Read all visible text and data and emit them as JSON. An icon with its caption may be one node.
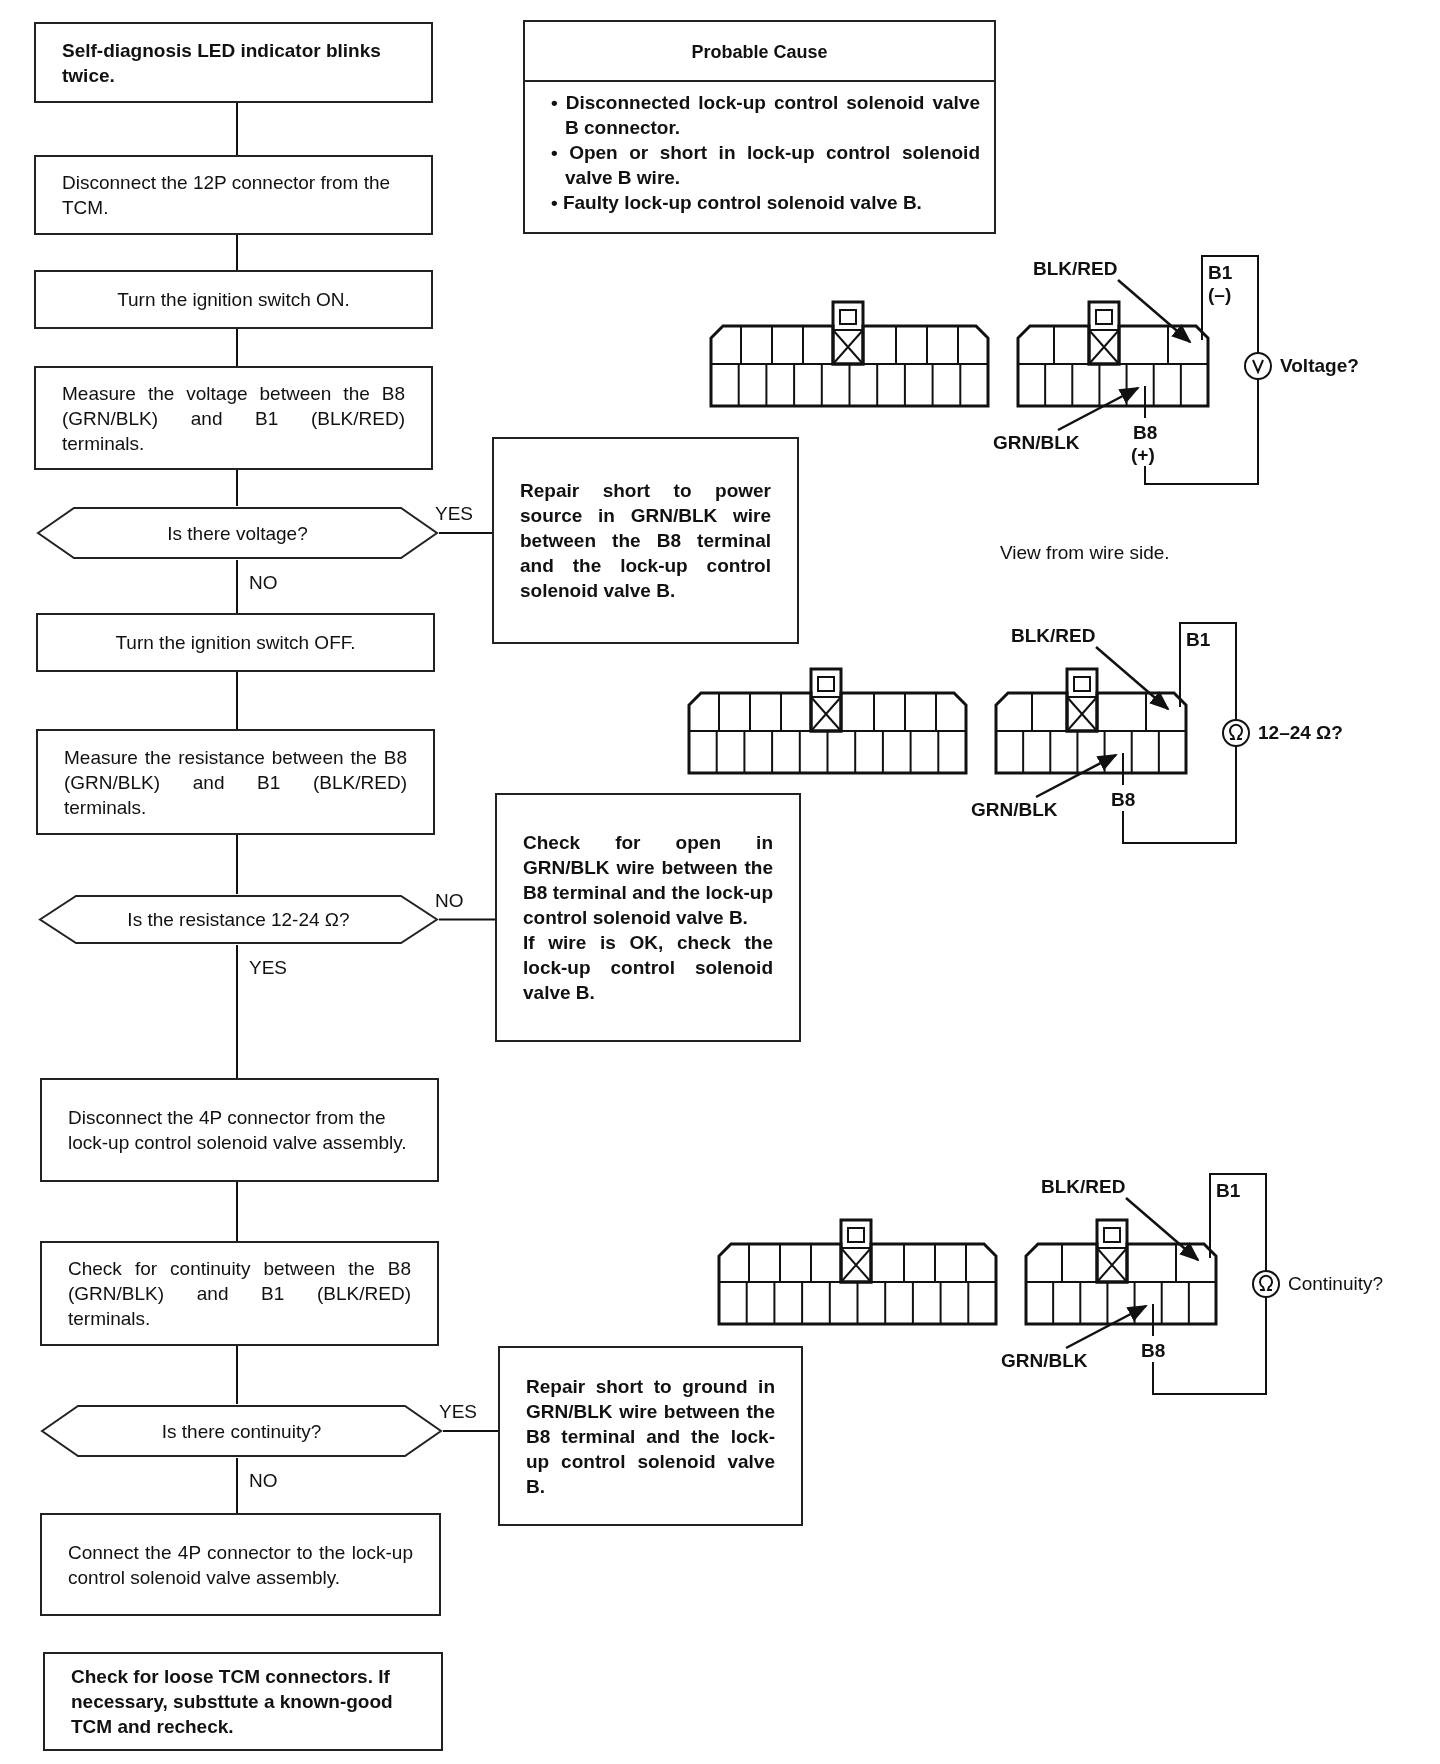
{
  "diagram": {
    "nodes": [
      {
        "text": [
          "Self-diagnosis LED indicator blinks twice."
        ]
      },
      {
        "text": [
          "Probable Cause",
          "• Disconnected lock-up control solenoid valve B connector.",
          "• Open or short in lock-up control solenoid valve B wire.",
          "• Faulty lock-up control solenoid valve B."
        ]
      },
      {
        "text": [
          "Disconnect the 12P connector from the TCM."
        ]
      },
      {
        "text": [
          "Turn the ignition switch ON."
        ]
      },
      {
        "text": [
          "Measure the voltage between the B8 (GRN/BLK) and B1 (BLK/RED) terminals."
        ]
      },
      {
        "text": [
          "Is there voltage?"
        ]
      },
      {
        "text": [
          "Repair short to power source in GRN/BLK wire between the B8 terminal and the lock-up control solenoid valve B."
        ]
      },
      {
        "text": [
          "Turn the ignition switch OFF."
        ]
      },
      {
        "text": [
          "Measure the resistance between the B8 (GRN/BLK) and B1 (BLK/RED) terminals."
        ]
      },
      {
        "text": [
          "Is the resistance 12-24 Ω?"
        ]
      },
      {
        "text": [
          "Check for open in GRN/BLK wire between the B8 terminal and the lock-up control solenoid valve B.",
          "If wire is OK, check the lock-up control solenoid valve B."
        ]
      },
      {
        "text": [
          "Disconnect the 4P connector from the lock-up control solenoid valve assembly."
        ]
      },
      {
        "text": [
          "Check for continuity between the B8 (GRN/BLK) and B1 (BLK/RED) terminals."
        ]
      },
      {
        "text": [
          "Is there continuity?"
        ]
      },
      {
        "text": [
          "Repair short to ground in GRN/BLK wire between the B8 terminal and the lock-up control solenoid valve B."
        ]
      },
      {
        "text": [
          "Connect the 4P connector to the lock-up control solenoid valve assembly."
        ]
      },
      {
        "text": [
          "Check for loose TCM connectors. If necessary, substtute a known-good TCM and recheck."
        ]
      },
      {
        "text": [
          "BLK/RED"
        ]
      },
      {
        "text": [
          "GRN/BLK"
        ]
      },
      {
        "text": [
          "BLK/RED"
        ]
      },
      {
        "text": [
          "GRN/BLK"
        ]
      },
      {
        "text": [
          "BLK/RED"
        ]
      },
      {
        "text": [
          "GRN/BLK"
        ]
      }
    ],
    "edges": [
      {
        "from": 0,
        "to": 2,
        "arrow": "none"
      },
      {
        "from": 2,
        "to": 3,
        "arrow": "none"
      },
      {
        "from": 3,
        "to": 4,
        "arrow": "none"
      },
      {
        "from": 4,
        "to": 5,
        "arrow": "none"
      },
      {
        "from": 5,
        "to": 6,
        "arrow": "none",
        "label": "YES"
      },
      {
        "from": 5,
        "to": 7,
        "arrow": "none",
        "label": "NO"
      },
      {
        "from": 7,
        "to": 8,
        "arrow": "none"
      },
      {
        "from": 8,
        "to": 9,
        "arrow": "none"
      },
      {
        "from": 9,
        "to": 10,
        "arrow": "none",
        "label": "NO"
      },
      {
        "from": 9,
        "to": 11,
        "arrow": "none",
        "label": "YES"
      },
      {
        "from": 11,
        "to": 12,
        "arrow": "none"
      },
      {
        "from": 12,
        "to": 13,
        "arrow": "none"
      },
      {
        "from": 13,
        "to": 14,
        "arrow": "none",
        "label": "YES"
      },
      {
        "from": 13,
        "to": 15,
        "arrow": "none",
        "label": "NO"
      },
      {
        "from": 17,
        "to": null,
        "arrow": "to"
      },
      {
        "from": 18,
        "to": null,
        "arrow": "to"
      },
      {
        "from": 19,
        "to": null,
        "arrow": "to"
      },
      {
        "from": 20,
        "to": null,
        "arrow": "to"
      },
      {
        "from": 21,
        "to": null,
        "arrow": "to"
      },
      {
        "from": 22,
        "to": null,
        "arrow": "to"
      }
    ],
    "labels": [
      "B1",
      "(–)",
      "B8",
      "(+)",
      "Voltage?",
      "View from wire side.",
      "B1",
      "B8",
      "12–24 Ω?",
      "B1",
      "B8",
      "Continuity?"
    ]
  }
}
